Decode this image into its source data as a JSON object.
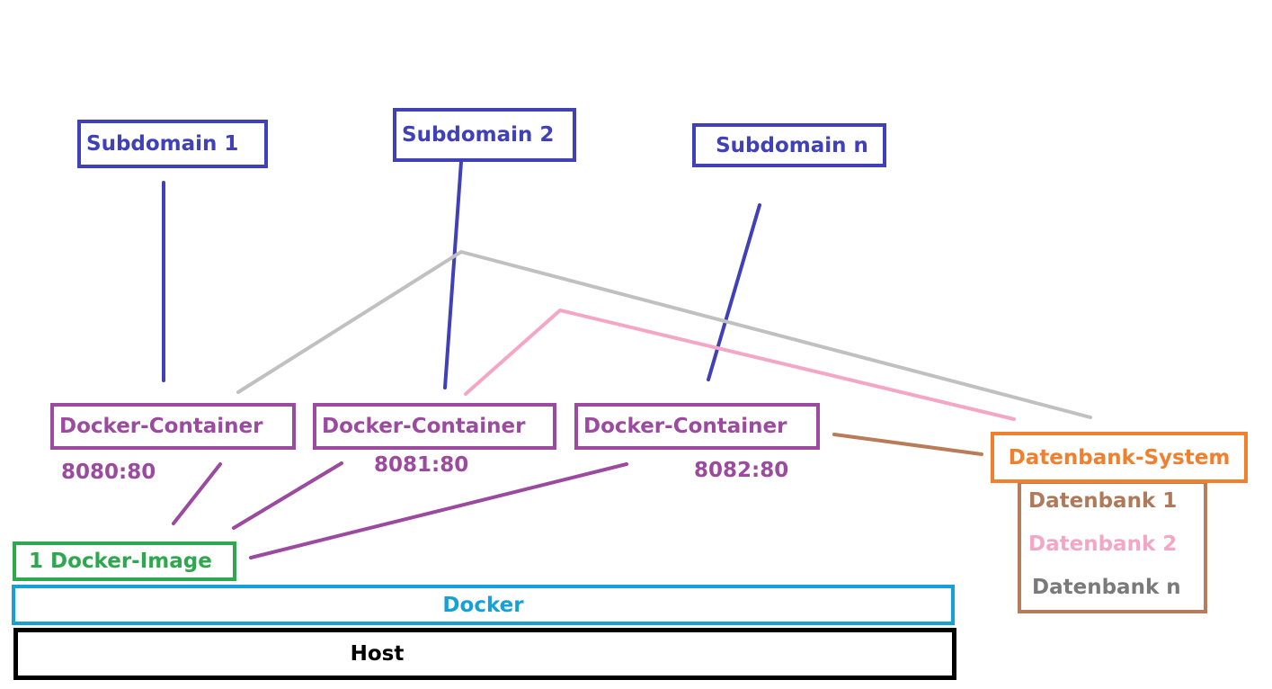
{
  "diagram": {
    "subdomains": [
      {
        "label": "Subdomain 1"
      },
      {
        "label": "Subdomain 2"
      },
      {
        "label": "Subdomain n"
      }
    ],
    "containers": [
      {
        "label": "Docker-Container",
        "port": "8080:80"
      },
      {
        "label": "Docker-Container",
        "port": "8081:80"
      },
      {
        "label": "Docker-Container",
        "port": "8082:80"
      }
    ],
    "image": {
      "label": "1 Docker-Image"
    },
    "docker": {
      "label": "Docker"
    },
    "host": {
      "label": "Host"
    },
    "database_system": {
      "label": "Datenbank-System",
      "databases": [
        {
          "label": "Datenbank 1"
        },
        {
          "label": "Datenbank 2"
        },
        {
          "label": "Datenbank n"
        }
      ]
    },
    "colors": {
      "subdomain": "#4040b8",
      "container": "#9b4aa0",
      "image": "#2ea84e",
      "docker": "#16a0d8",
      "host": "#000000",
      "database_system": "#f07f2e",
      "database_list": "#b87c58",
      "database_1": "#b07a5a",
      "database_2": "#f4a6c6",
      "database_n": "#7a7a7a",
      "link_container1_db": "#c0c0c0",
      "link_container2_db": "#f4a6c6",
      "link_container3_db": "#b87c58"
    },
    "connections": [
      {
        "from": "Subdomain 1",
        "to": "Docker-Container 8080:80",
        "kind": "routing"
      },
      {
        "from": "Subdomain 2",
        "to": "Docker-Container 8081:80",
        "kind": "routing"
      },
      {
        "from": "Subdomain n",
        "to": "Docker-Container 8082:80",
        "kind": "routing"
      },
      {
        "from": "Docker-Container 8080:80",
        "to": "Datenbank-System",
        "kind": "database-link-gray"
      },
      {
        "from": "Docker-Container 8081:80",
        "to": "Datenbank-System",
        "kind": "database-link-pink"
      },
      {
        "from": "Docker-Container 8082:80",
        "to": "Datenbank-System",
        "kind": "database-link-brown"
      },
      {
        "from": "1 Docker-Image",
        "to": "Docker-Container 8080:80",
        "kind": "image-instance"
      },
      {
        "from": "1 Docker-Image",
        "to": "Docker-Container 8081:80",
        "kind": "image-instance"
      },
      {
        "from": "1 Docker-Image",
        "to": "Docker-Container 8082:80",
        "kind": "image-instance"
      }
    ]
  }
}
